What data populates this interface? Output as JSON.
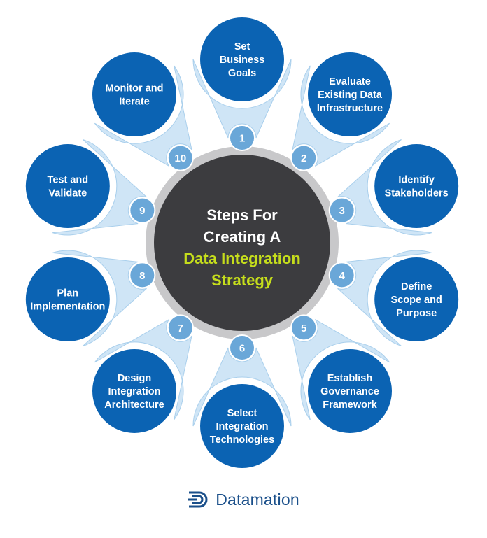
{
  "colors": {
    "step_circle": "#0b63b3",
    "halo": "#cfe5f6",
    "halo_edge": "#a9cfec",
    "badge": "#6aa7d8",
    "center_fill": "#3c3c3f",
    "center_ring": "#c8c8ca",
    "title_text": "#ffffff",
    "highlight_text": "#c5dd1c",
    "brand": "#1a4f8a"
  },
  "center": {
    "line1": "Steps For",
    "line2": "Creating A",
    "line3": "Data Integration",
    "line4": "Strategy"
  },
  "steps": [
    {
      "number": "1",
      "lines": [
        "Set",
        "Business",
        "Goals"
      ]
    },
    {
      "number": "2",
      "lines": [
        "Evaluate",
        "Existing Data",
        "Infrastructure"
      ]
    },
    {
      "number": "3",
      "lines": [
        "Identify",
        "Stakeholders"
      ]
    },
    {
      "number": "4",
      "lines": [
        "Define",
        "Scope and",
        "Purpose"
      ]
    },
    {
      "number": "5",
      "lines": [
        "Establish",
        "Governance",
        "Framework"
      ]
    },
    {
      "number": "6",
      "lines": [
        "Select",
        "Integration",
        "Technologies"
      ]
    },
    {
      "number": "7",
      "lines": [
        "Design",
        "Integration",
        "Architecture"
      ]
    },
    {
      "number": "8",
      "lines": [
        "Plan",
        "Implementation"
      ]
    },
    {
      "number": "9",
      "lines": [
        "Test and",
        "Validate"
      ]
    },
    {
      "number": "10",
      "lines": [
        "Monitor and",
        "Iterate"
      ]
    }
  ],
  "brand": {
    "name": "Datamation",
    "logo_icon": "datamation-logo-icon"
  }
}
